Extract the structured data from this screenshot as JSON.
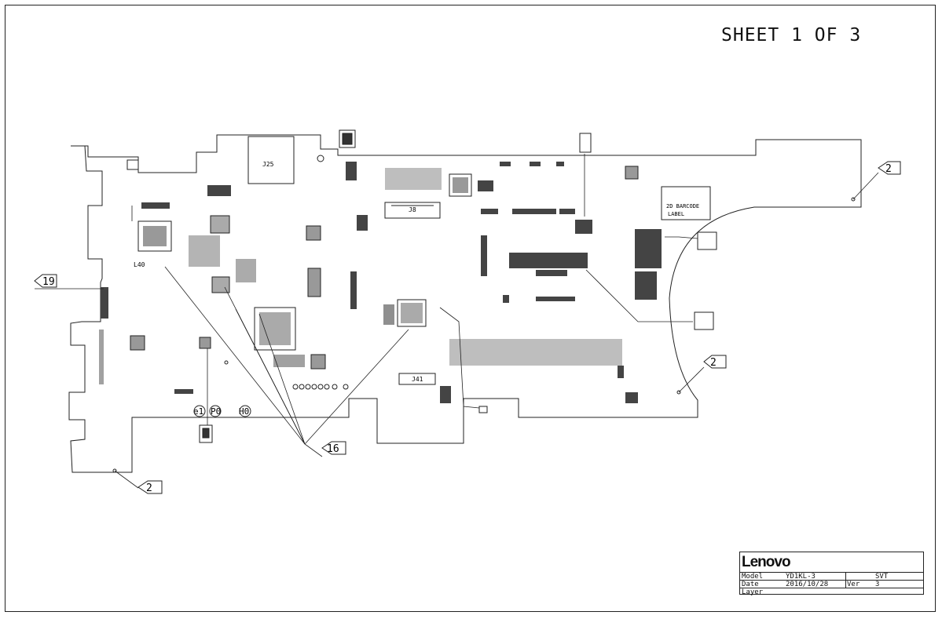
{
  "sheet": {
    "title": "SHEET 1 OF 3"
  },
  "board": {
    "callouts": [
      "19",
      "2",
      "2",
      "2",
      "16"
    ],
    "components": {
      "j25": "J25",
      "j8": "J8",
      "j41": "J41",
      "l40": "L40",
      "barcode_line1": "2D BARCODE",
      "barcode_line2": "LABEL"
    },
    "fiducials": [
      "e1",
      "P0",
      "H0"
    ]
  },
  "title_block": {
    "logo": "Lenovo",
    "model_label": "Model",
    "model_value": "YD1KL-3",
    "phase": "SVT",
    "date_label": "Date",
    "date_value": "2016/10/28",
    "ver_label": "Ver",
    "ver_value": "3",
    "layer_label": "Layer"
  }
}
